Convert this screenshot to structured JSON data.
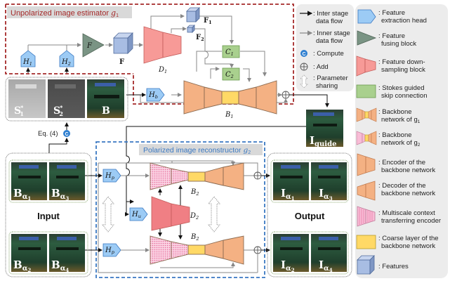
{
  "stage1": {
    "title": "Unpolarized image estimator",
    "title_var": "g",
    "title_sub": "1"
  },
  "stage2": {
    "title": "Polarized image reconstructor",
    "title_var": "g",
    "title_sub": "2"
  },
  "nodes": {
    "H1": {
      "letter": "H",
      "sub": "1"
    },
    "H2": {
      "letter": "H",
      "sub": "2"
    },
    "Hb": {
      "letter": "H",
      "sub": "b"
    },
    "Hp": {
      "letter": "H",
      "sub": "p"
    },
    "Hu": {
      "letter": "H",
      "sub": "u"
    },
    "F_block": "F",
    "F": "F",
    "F1": {
      "letter": "F",
      "sub": "1"
    },
    "F2": {
      "letter": "F",
      "sub": "2"
    },
    "D1": {
      "letter": "D",
      "sub": "1"
    },
    "D2": {
      "letter": "D",
      "sub": "2"
    },
    "C1": {
      "letter": "C",
      "sub": "1"
    },
    "C2": {
      "letter": "C",
      "sub": "2"
    },
    "B1": {
      "letter": "B",
      "sub": "1"
    },
    "B2": {
      "letter": "B",
      "sub": "2"
    }
  },
  "images": {
    "S1": {
      "letter": "S",
      "sub": "1",
      "sup": "*"
    },
    "S2": {
      "letter": "S",
      "sub": "2",
      "sup": "*"
    },
    "B": {
      "letter": "B"
    },
    "Iguide": {
      "letter": "I",
      "sub": "guide"
    },
    "inputs": [
      {
        "letter": "B",
        "sub": "α",
        "subsub": "1"
      },
      {
        "letter": "B",
        "sub": "α",
        "subsub": "3"
      },
      {
        "letter": "B",
        "sub": "α",
        "subsub": "2"
      },
      {
        "letter": "B",
        "sub": "α",
        "subsub": "4"
      }
    ],
    "outputs": [
      {
        "letter": "I",
        "sub": "α",
        "subsub": "1"
      },
      {
        "letter": "I",
        "sub": "α",
        "subsub": "3"
      },
      {
        "letter": "I",
        "sub": "α",
        "subsub": "2"
      },
      {
        "letter": "I",
        "sub": "α",
        "subsub": "4"
      }
    ]
  },
  "labels": {
    "eq": "Eq. (4)",
    "compute_glyph": "C",
    "input": "Input",
    "output": "Output"
  },
  "legend_left": [
    {
      "icon": "inter-stage-arrow-icon",
      "line1": ": Inter stage",
      "line2": "data flow"
    },
    {
      "icon": "inner-stage-arrow-icon",
      "line1": ": Inner stage",
      "line2": "data flow"
    },
    {
      "icon": "compute-icon",
      "line1": ": Compute",
      "line2": ""
    },
    {
      "icon": "add-icon",
      "line1": ": Add",
      "line2": ""
    },
    {
      "icon": "parameter-sharing-icon",
      "line1": ": Parameter",
      "line2": "sharing"
    }
  ],
  "legend_right": [
    {
      "icon": "feature-extraction-head-icon",
      "line1": ": Feature",
      "line2": "extraction head"
    },
    {
      "icon": "feature-fusing-block-icon",
      "line1": ": Feature",
      "line2": "fusing block"
    },
    {
      "icon": "feature-downsampling-block-icon",
      "line1": ": Feature down-",
      "line2": "sampling block"
    },
    {
      "icon": "stokes-skip-connection-icon",
      "line1": ": Stokes guided",
      "line2": "skip connection"
    },
    {
      "icon": "backbone-g1-icon",
      "line1": ": Backbone",
      "line2": "network of g",
      "line2_sub": "1"
    },
    {
      "icon": "backbone-g2-icon",
      "line1": ": Backbone",
      "line2": "network of g",
      "line2_sub": "2"
    },
    {
      "icon": "encoder-icon",
      "line1": ": Encoder of the",
      "line2": "backbone network"
    },
    {
      "icon": "decoder-icon",
      "line1": ": Decoder of the",
      "line2": "backbone network"
    },
    {
      "icon": "multiscale-encoder-icon",
      "line1": ": Multiscale context",
      "line2": "transferring encoder"
    },
    {
      "icon": "coarse-layer-icon",
      "line1": ": Coarse layer of the",
      "line2": "backbone network"
    },
    {
      "icon": "features-cube-icon",
      "line1": ": Features",
      "line2": ""
    }
  ],
  "colors": {
    "stage1_border": "#a52a2a",
    "stage2_border": "#3a78c2",
    "head_fill": "#9ccbf5",
    "fuse_fill": "#7a9484",
    "down_fill": "#f79a97",
    "skip_fill": "#a9d08e",
    "backbone_fill": "#f4b183",
    "multiscale_fill": "#f8bcd6",
    "coarse_fill": "#ffd966",
    "cube_fill": "#a8bde3",
    "legend_bg": "#ececec"
  }
}
